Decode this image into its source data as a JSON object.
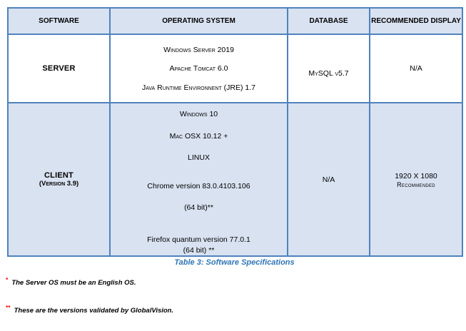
{
  "table": {
    "headers": [
      "SOFTWARE",
      "OPERATING SYSTEM",
      "DATABASE",
      "RECOMMENDED DISPLAY"
    ],
    "rows": [
      {
        "software": "SERVER",
        "os_lines": [
          "Windows Server 2019",
          "Apache Tomcat 6.0",
          "Java Runtime Environnent (JRE) 1.7"
        ],
        "database": "MySQL v5.7",
        "display": "N/A"
      },
      {
        "software": "CLIENT",
        "software_sub": "(Version 3.9)",
        "os_lines": [
          "Windows 10",
          "Mac OSX 10.12 +",
          "LINUX",
          "Chrome version 83.0.4103.106",
          "(64 bit)**",
          "Firefox quantum version 77.0.1",
          "(64 bit) **"
        ],
        "database": "N/A",
        "display_line1": "1920 X 1080",
        "display_line2": "Recommended"
      }
    ]
  },
  "caption": "Table 3: Software Specifications",
  "footnotes": [
    {
      "marker": "*",
      "text": "The Server OS must be an English OS."
    },
    {
      "marker": "**",
      "text": "These are the versions validated by GlobalVision."
    }
  ],
  "colors": {
    "border": "#4f81bd",
    "row_fill": "#d9e2f1",
    "caption_blue": "#2e75b6",
    "footnote_marker_red": "#ff0000"
  }
}
